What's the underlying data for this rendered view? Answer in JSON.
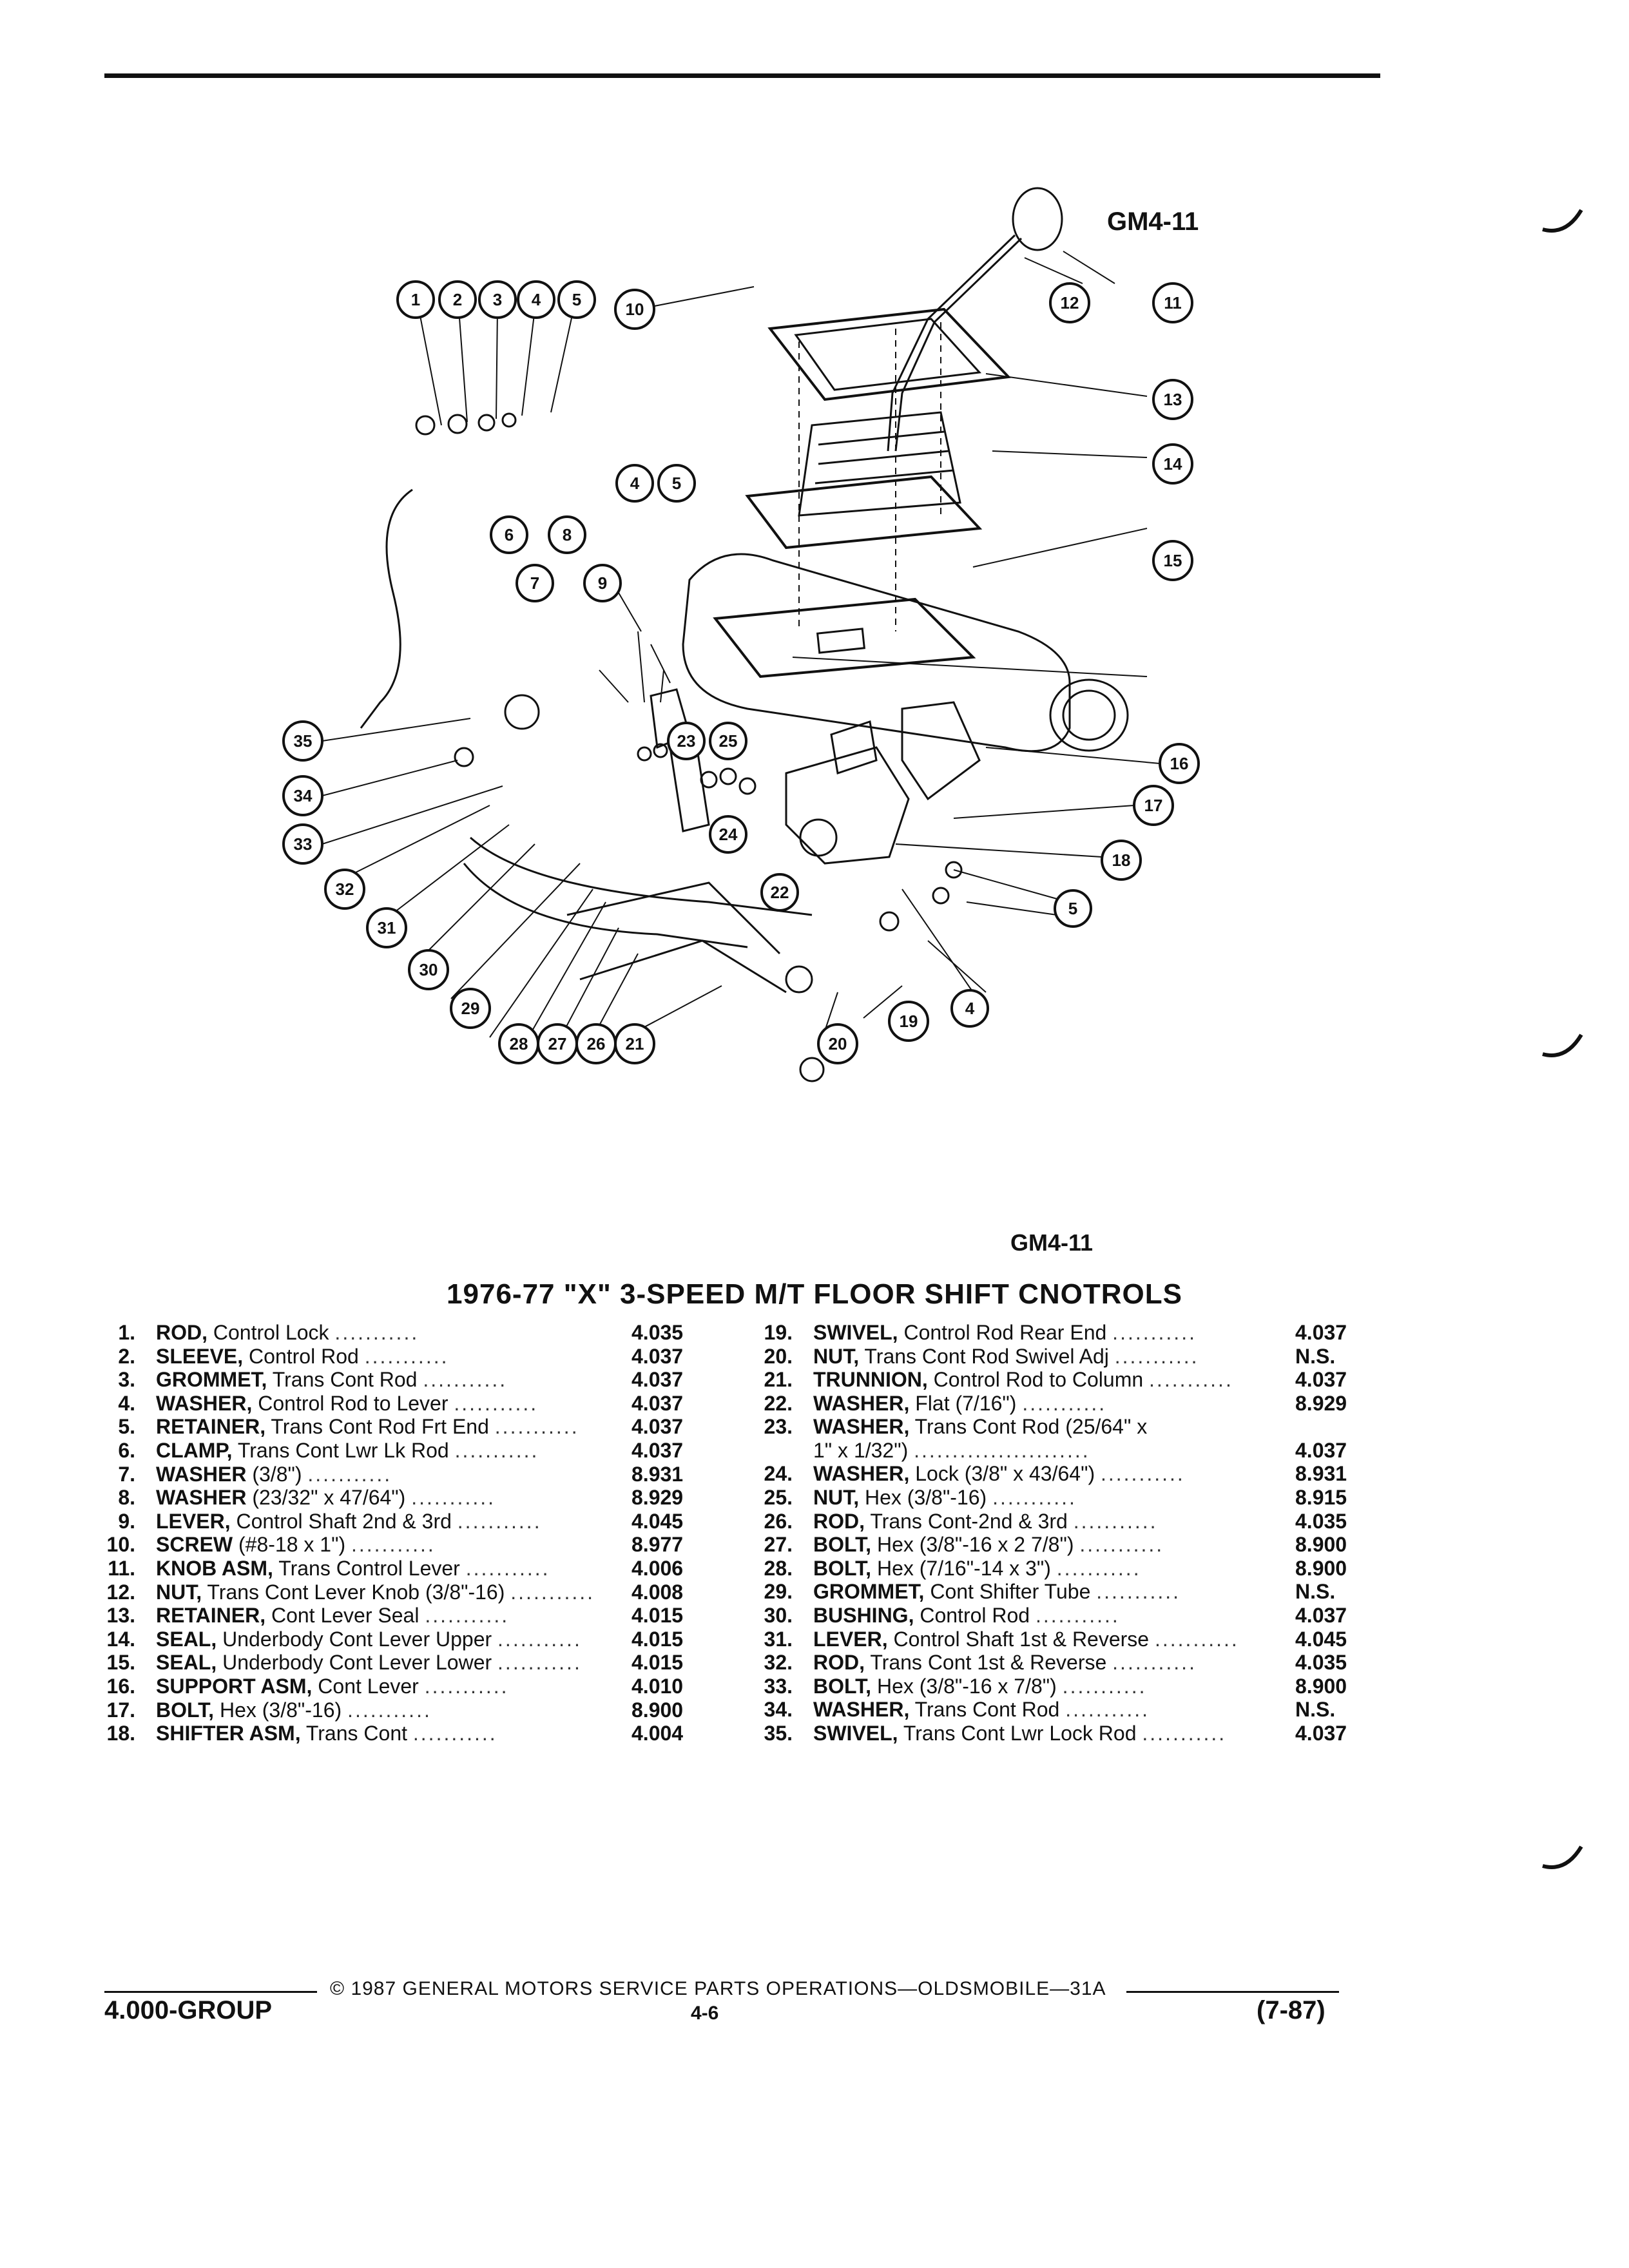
{
  "figure": {
    "label_top": "GM4-11",
    "label_bottom": "GM4-11"
  },
  "callouts": [
    "1",
    "2",
    "3",
    "4",
    "5",
    "10",
    "12",
    "11",
    "13",
    "14",
    "4",
    "5",
    "15",
    "6",
    "8",
    "7",
    "9",
    "35",
    "23",
    "25",
    "16",
    "34",
    "17",
    "33",
    "24",
    "18",
    "32",
    "22",
    "5",
    "31",
    "30",
    "4",
    "29",
    "19",
    "28",
    "27",
    "26",
    "21",
    "20"
  ],
  "title": "1976-77 \"X\" 3-SPEED M/T FLOOR SHIFT CNOTROLS",
  "parts_left": [
    {
      "num": "1.",
      "name": "ROD,",
      "desc": "Control Lock",
      "code": "4.035"
    },
    {
      "num": "2.",
      "name": "SLEEVE,",
      "desc": "Control Rod",
      "code": "4.037"
    },
    {
      "num": "3.",
      "name": "GROMMET,",
      "desc": "Trans Cont Rod",
      "code": "4.037"
    },
    {
      "num": "4.",
      "name": "WASHER,",
      "desc": "Control Rod to Lever",
      "code": "4.037"
    },
    {
      "num": "5.",
      "name": "RETAINER,",
      "desc": "Trans Cont Rod Frt End",
      "code": "4.037"
    },
    {
      "num": "6.",
      "name": "CLAMP,",
      "desc": "Trans Cont Lwr Lk Rod",
      "code": "4.037"
    },
    {
      "num": "7.",
      "name": "WASHER",
      "desc": "(3/8\")",
      "code": "8.931"
    },
    {
      "num": "8.",
      "name": "WASHER",
      "desc": "(23/32\" x 47/64\")",
      "code": "8.929"
    },
    {
      "num": "9.",
      "name": "LEVER,",
      "desc": "Control Shaft 2nd & 3rd",
      "code": "4.045"
    },
    {
      "num": "10.",
      "name": "SCREW",
      "desc": "(#8-18 x 1\")",
      "code": "8.977"
    },
    {
      "num": "11.",
      "name": "KNOB ASM,",
      "desc": "Trans Control Lever",
      "code": "4.006"
    },
    {
      "num": "12.",
      "name": "NUT,",
      "desc": "Trans Cont Lever Knob (3/8\"-16)",
      "code": "4.008"
    },
    {
      "num": "13.",
      "name": "RETAINER,",
      "desc": "Cont Lever Seal",
      "code": "4.015"
    },
    {
      "num": "14.",
      "name": "SEAL,",
      "desc": "Underbody Cont Lever Upper",
      "code": "4.015"
    },
    {
      "num": "15.",
      "name": "SEAL,",
      "desc": "Underbody Cont Lever Lower",
      "code": "4.015"
    },
    {
      "num": "16.",
      "name": "SUPPORT ASM,",
      "desc": "Cont Lever",
      "code": "4.010"
    },
    {
      "num": "17.",
      "name": "BOLT,",
      "desc": "Hex (3/8\"-16)",
      "code": "8.900"
    },
    {
      "num": "18.",
      "name": "SHIFTER ASM,",
      "desc": "Trans Cont",
      "code": "4.004"
    }
  ],
  "parts_right": [
    {
      "num": "19.",
      "name": "SWIVEL,",
      "desc": "Control Rod Rear End",
      "code": "4.037"
    },
    {
      "num": "20.",
      "name": "NUT,",
      "desc": "Trans Cont Rod Swivel Adj",
      "code": "N.S."
    },
    {
      "num": "21.",
      "name": "TRUNNION,",
      "desc": "Control Rod to Column",
      "code": "4.037"
    },
    {
      "num": "22.",
      "name": "WASHER,",
      "desc": "Flat (7/16\")",
      "code": "8.929"
    },
    {
      "num": "23.",
      "name": "WASHER,",
      "desc": "Trans Cont Rod (25/64\" x",
      "desc2": "1\" x 1/32\")",
      "code": "4.037"
    },
    {
      "num": "24.",
      "name": "WASHER,",
      "desc": "Lock (3/8\" x 43/64\")",
      "code": "8.931"
    },
    {
      "num": "25.",
      "name": "NUT,",
      "desc": "Hex (3/8\"-16)",
      "code": "8.915"
    },
    {
      "num": "26.",
      "name": "ROD,",
      "desc": "Trans Cont-2nd & 3rd",
      "code": "4.035"
    },
    {
      "num": "27.",
      "name": "BOLT,",
      "desc": "Hex (3/8\"-16 x 2 7/8\")",
      "code": "8.900"
    },
    {
      "num": "28.",
      "name": "BOLT,",
      "desc": "Hex (7/16\"-14 x 3\")",
      "code": "8.900"
    },
    {
      "num": "29.",
      "name": "GROMMET,",
      "desc": "Cont Shifter Tube",
      "code": "N.S."
    },
    {
      "num": "30.",
      "name": "BUSHING,",
      "desc": "Control Rod",
      "code": "4.037"
    },
    {
      "num": "31.",
      "name": "LEVER,",
      "desc": "Control Shaft 1st & Reverse",
      "code": "4.045"
    },
    {
      "num": "32.",
      "name": "ROD,",
      "desc": "Trans Cont 1st & Reverse",
      "code": "4.035"
    },
    {
      "num": "33.",
      "name": "BOLT,",
      "desc": "Hex (3/8\"-16 x 7/8\")",
      "code": "8.900"
    },
    {
      "num": "34.",
      "name": "WASHER,",
      "desc": "Trans Cont Rod",
      "code": "N.S."
    },
    {
      "num": "35.",
      "name": "SWIVEL,",
      "desc": "Trans Cont Lwr Lock Rod",
      "code": "4.037"
    }
  ],
  "footer": {
    "copyright": "© 1987 GENERAL MOTORS SERVICE PARTS OPERATIONS—OLDSMOBILE—31A",
    "group": "4.000-GROUP",
    "page": "4-6",
    "date": "(7-87)"
  }
}
